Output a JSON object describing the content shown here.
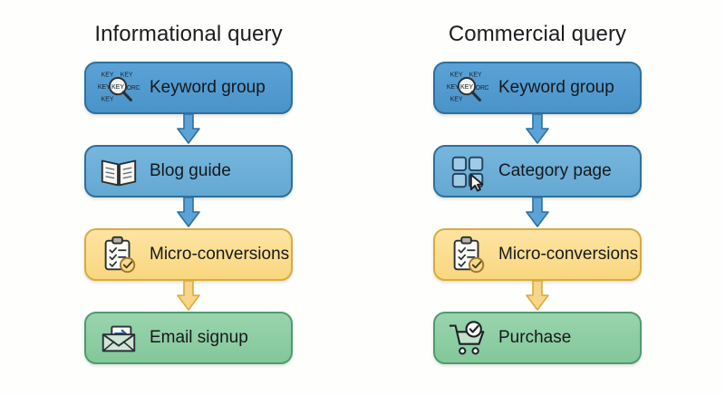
{
  "diagram": {
    "background_color": "#fefefd",
    "columns": [
      {
        "title": "Informational query",
        "nodes": [
          {
            "label": "Keyword group",
            "icon": "keyword-magnifier-icon",
            "color": "#4a93c9",
            "border": "#2f6f9e",
            "text_color": "#16181c"
          },
          {
            "label": "Blog guide",
            "icon": "open-book-icon",
            "color": "#64a8d2",
            "border": "#2f6f9e",
            "text_color": "#16181c"
          },
          {
            "label": "Micro-conversions",
            "icon": "clipboard-check-icon",
            "color": "#f9d77f",
            "border": "#d9ab3c",
            "text_color": "#16181c"
          },
          {
            "label": "Email signup",
            "icon": "envelope-arrow-icon",
            "color": "#83c79a",
            "border": "#4f9b6d",
            "text_color": "#16181c"
          }
        ],
        "connectors": [
          {
            "name": "arrow-keyword-to-blog",
            "color": "#5ba3d6",
            "border": "#2f6f9e"
          },
          {
            "name": "arrow-blog-to-microconversions",
            "color": "#5ba3d6",
            "border": "#2f6f9e"
          },
          {
            "name": "arrow-microconversions-to-email",
            "color": "#f7d589",
            "border": "#d9ab3c"
          }
        ]
      },
      {
        "title": "Commercial query",
        "nodes": [
          {
            "label": "Keyword group",
            "icon": "keyword-magnifier-icon",
            "color": "#4a93c9",
            "border": "#2f6f9e",
            "text_color": "#16181c"
          },
          {
            "label": "Category page",
            "icon": "grid-cursor-icon",
            "color": "#64a8d2",
            "border": "#2f6f9e",
            "text_color": "#16181c"
          },
          {
            "label": "Micro-conversions",
            "icon": "clipboard-check-icon",
            "color": "#f9d77f",
            "border": "#d9ab3c",
            "text_color": "#16181c"
          },
          {
            "label": "Purchase",
            "icon": "cart-check-icon",
            "color": "#83c79a",
            "border": "#4f9b6d",
            "text_color": "#16181c"
          }
        ],
        "connectors": [
          {
            "name": "arrow-keyword-to-category",
            "color": "#5ba3d6",
            "border": "#2f6f9e"
          },
          {
            "name": "arrow-category-to-microconversions",
            "color": "#5ba3d6",
            "border": "#2f6f9e"
          },
          {
            "name": "arrow-microconversions-to-purchase",
            "color": "#f7d589",
            "border": "#d9ab3c"
          }
        ]
      }
    ],
    "icon_text": {
      "keyword_labels": [
        "KEY",
        "KEY",
        "KEY",
        "KEY",
        "ORD"
      ],
      "magnifier_center": "KEY"
    }
  }
}
